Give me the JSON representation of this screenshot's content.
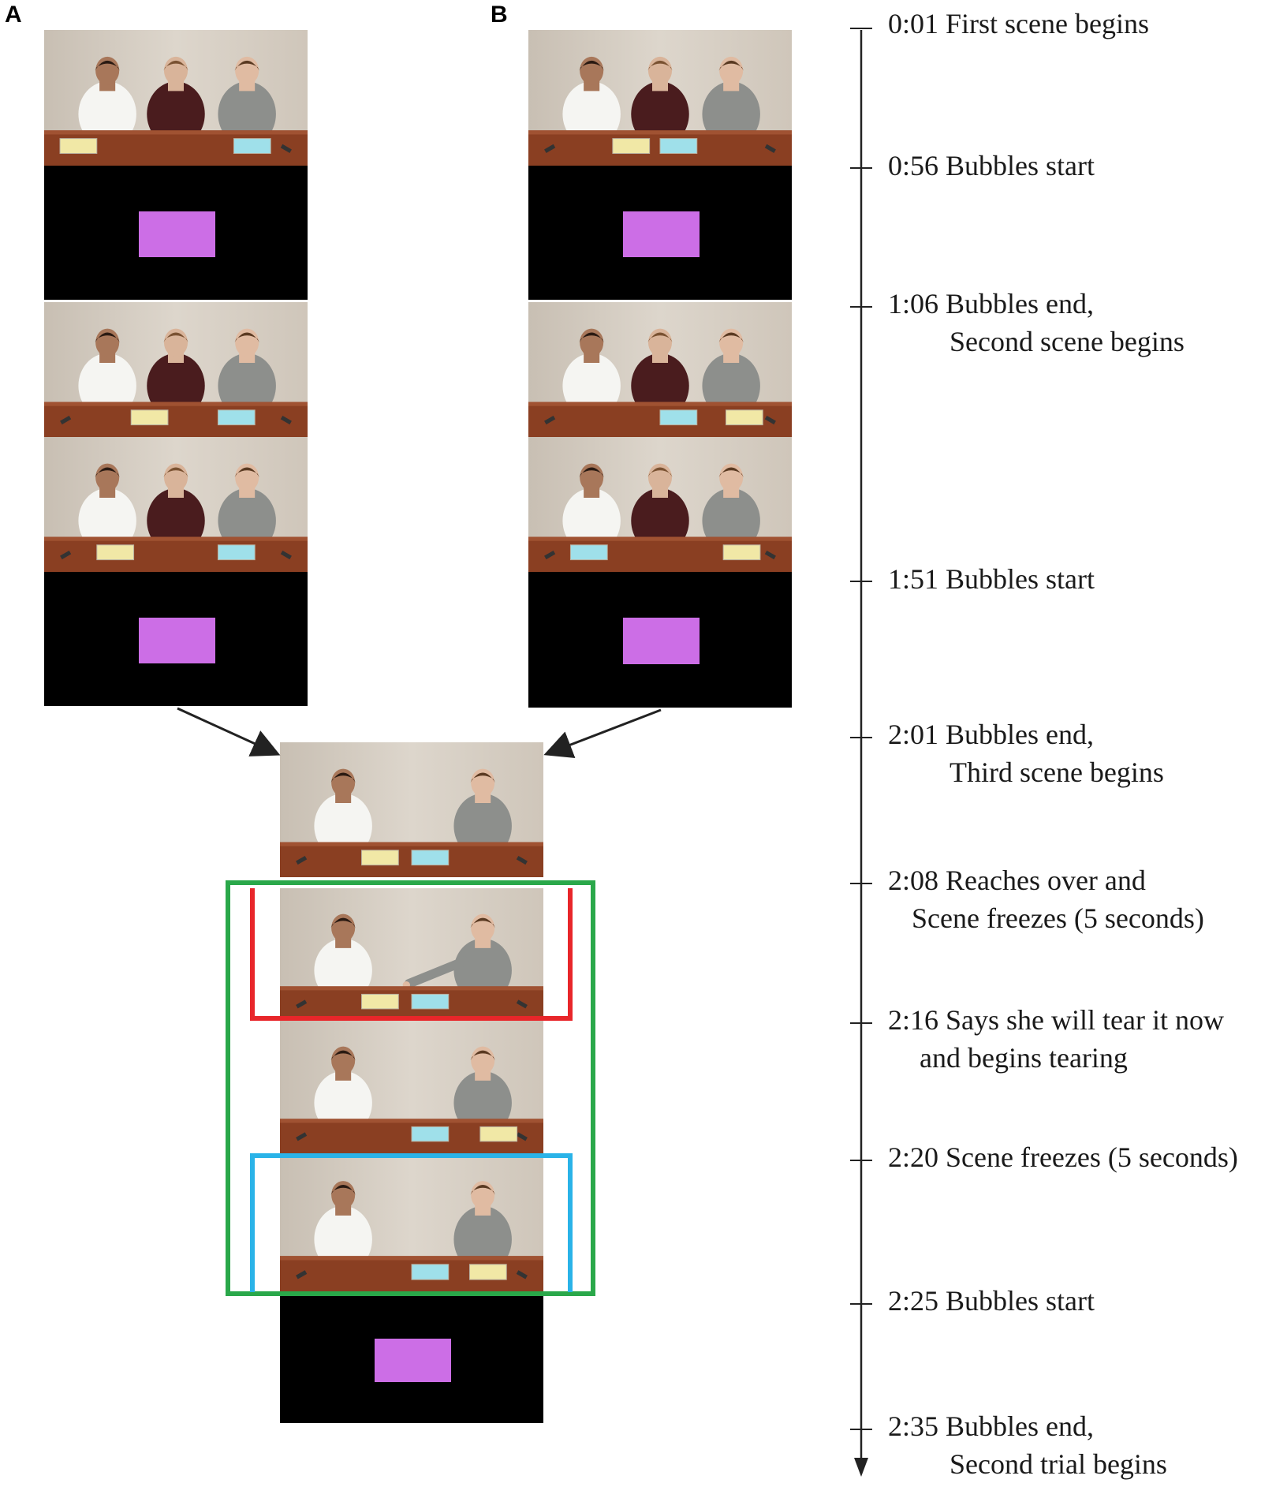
{
  "panels": {
    "a_label": "A",
    "b_label": "B"
  },
  "colors": {
    "green_box": "#2aa84a",
    "red_box": "#e8262a",
    "blue_box": "#2ab3e8",
    "bubbles": "#cc6ee6",
    "wall": "#d7cfc2",
    "table": "#8a3f22"
  },
  "timeline": {
    "events": [
      {
        "time": "0:01",
        "line1": "First scene begins",
        "line2": ""
      },
      {
        "time": "0:56",
        "line1": "Bubbles start",
        "line2": ""
      },
      {
        "time": "1:06",
        "line1": "Bubbles end,",
        "line2": "Second scene begins"
      },
      {
        "time": "1:51",
        "line1": "Bubbles start",
        "line2": ""
      },
      {
        "time": "2:01",
        "line1": "Bubbles end,",
        "line2": "Third scene begins"
      },
      {
        "time": "2:08",
        "line1": "Reaches over and",
        "line2": "Scene freezes (5 seconds)"
      },
      {
        "time": "2:16",
        "line1": "Says she will tear it now",
        "line2": "and begins tearing"
      },
      {
        "time": "2:20",
        "line1": "Scene freezes (5 seconds)",
        "line2": ""
      },
      {
        "time": "2:25",
        "line1": "Bubbles start",
        "line2": ""
      },
      {
        "time": "2:35",
        "line1": "Bubbles end,",
        "line2": "Second trial begins"
      }
    ]
  }
}
